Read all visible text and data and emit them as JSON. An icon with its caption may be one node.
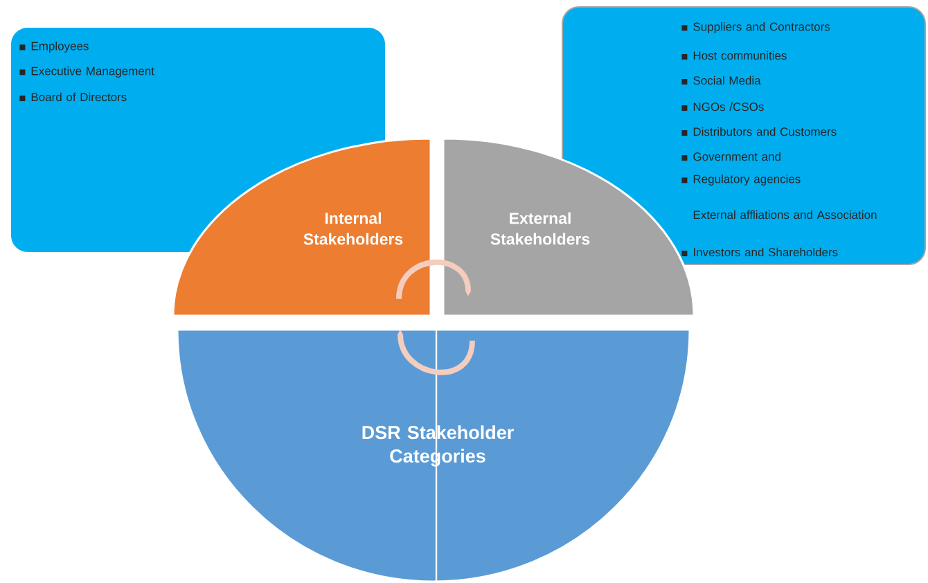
{
  "diagram": {
    "nodes": [
      {
        "text": [
          "Employees",
          "Executive Management",
          "Board of Directors"
        ]
      },
      {
        "text": [
          "Suppliers and Contractors",
          "Host communities",
          "Social Media",
          "NGOs /CSOs",
          "Distributors and Customers",
          "Government and",
          "Regulatory agencies",
          "External affliations and Association",
          "Investors and Shareholders"
        ]
      },
      {
        "text": [
          "Internal Stakeholders"
        ]
      },
      {
        "text": [
          "External Stakeholders"
        ]
      },
      {
        "text": [
          "DSR Stakeholder Categories"
        ]
      }
    ],
    "edges": [
      {
        "from": 2,
        "to": 3,
        "arrow": "to"
      },
      {
        "from": 4,
        "to": 2,
        "arrow": "to"
      }
    ]
  }
}
